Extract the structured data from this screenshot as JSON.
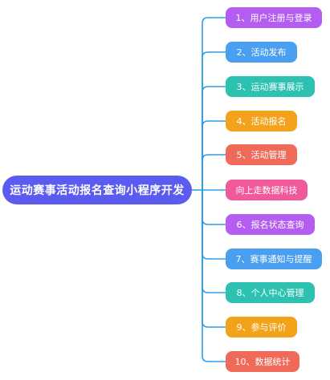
{
  "root": {
    "label": "运动赛事活动报名查询小程序开发",
    "color": "#5b5bf0"
  },
  "connector_color": "#2f9be6",
  "branches": [
    {
      "label": "1、用户注册与登录",
      "color": "#b35ef0"
    },
    {
      "label": "2、活动发布",
      "color": "#4a9ff0"
    },
    {
      "label": "3、运动赛事展示",
      "color": "#2cc1b0"
    },
    {
      "label": "4、活动报名",
      "color": "#f3a21c"
    },
    {
      "label": "5、活动管理",
      "color": "#f06a5a"
    },
    {
      "label": "向上走数据科技",
      "color": "#f05a9a"
    },
    {
      "label": "6、报名状态查询",
      "color": "#b35ef0"
    },
    {
      "label": "7、赛事通知与提醒",
      "color": "#4a9ff0"
    },
    {
      "label": "8、个人中心管理",
      "color": "#2cc1b0"
    },
    {
      "label": "9、参与评价",
      "color": "#f3a21c"
    },
    {
      "label": "10、数据统计",
      "color": "#f06a5a"
    }
  ]
}
